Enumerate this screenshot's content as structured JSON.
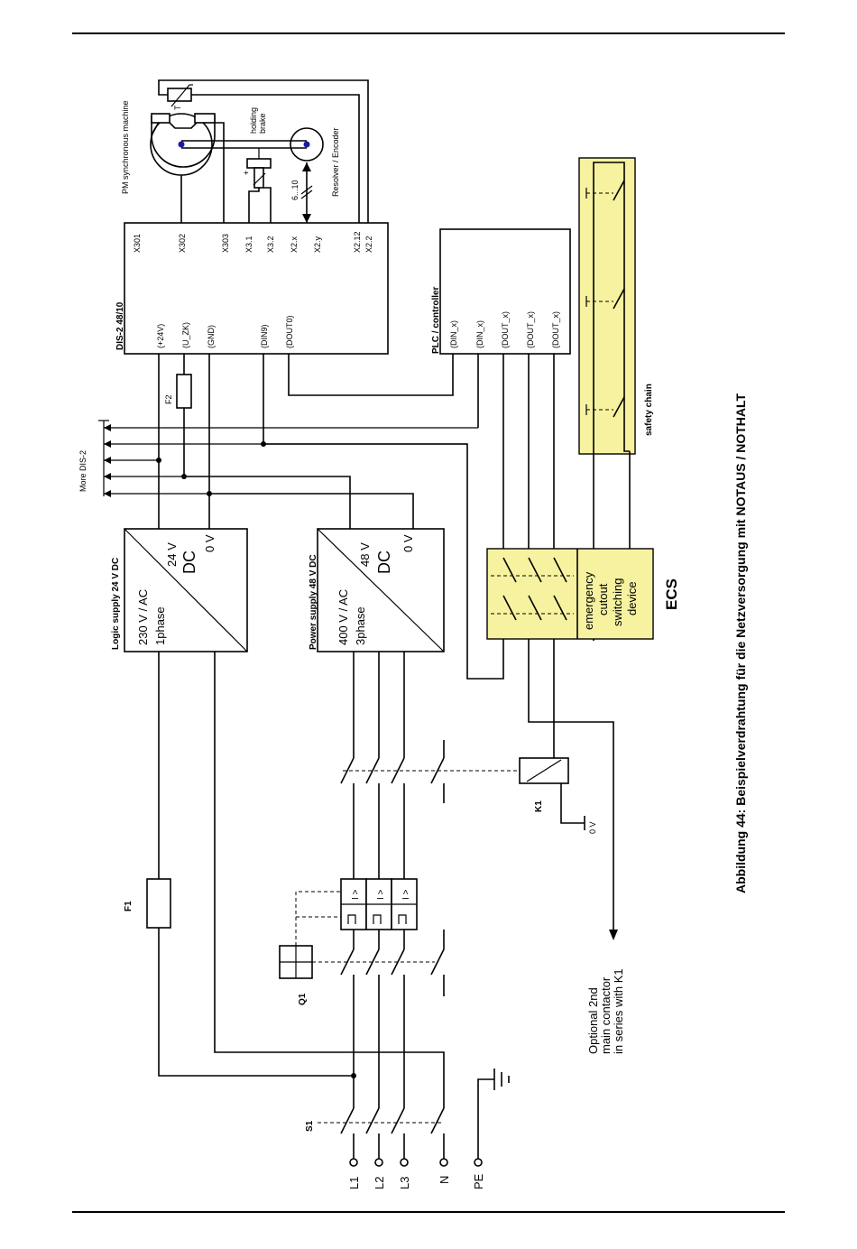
{
  "caption": "Abbildung 44: Beispielverdrahtung für die Netzversorgung mit NOTAUS / NOTHALT",
  "motor": {
    "title": "PM synchronous machine",
    "brake": "holding\nbrake",
    "resolver": "Resolver / Encoder",
    "cable": "6...10",
    "temp": "T",
    "plus": "+"
  },
  "drive": {
    "title": "DIS-2 48/10",
    "left_pins": [
      "(+24V)",
      "(U_ZK)",
      "(GND)",
      "(DIN9)",
      "(DOUT0)"
    ],
    "right_pins": [
      "X301",
      "X302",
      "X303",
      "X3.1",
      "X3.2",
      "X2.x",
      "X2.y",
      "X2.12",
      "X2.2"
    ]
  },
  "plc": {
    "title": "PLC / controller",
    "pins": [
      "(DIN_x)",
      "(DIN_x)",
      "(DOUT_x)",
      "(DOUT_x)",
      "(DOUT_x)"
    ]
  },
  "safety": {
    "label": "safety chain"
  },
  "more": {
    "label": "More DIS-2"
  },
  "f2": {
    "label": "F2"
  },
  "logic_supply": {
    "title": "Logic supply 24 V DC",
    "ac": "230 V / AC",
    "phase": "1phase",
    "dc": "DC",
    "v_out": "24 V",
    "gnd": "0 V"
  },
  "power_supply": {
    "title": "Power supply 48 V DC",
    "ac": "400 V / AC",
    "phase": "3phase",
    "dc": "DC",
    "v_out": "48 V",
    "gnd": "0 V"
  },
  "ecs": {
    "title": "ECS",
    "desc": [
      "emergency",
      "cutout",
      "switching",
      "device"
    ]
  },
  "k1": {
    "label": "K1",
    "zero": "0 V"
  },
  "f1": {
    "label": "F1"
  },
  "q1": {
    "label": "Q1",
    "trip": "I >"
  },
  "s1": {
    "label": "S1"
  },
  "optional": [
    "Optional 2nd",
    "main contactor",
    "in series with K1"
  ],
  "terminals": [
    "L1",
    "L2",
    "L3",
    "N",
    "PE"
  ]
}
